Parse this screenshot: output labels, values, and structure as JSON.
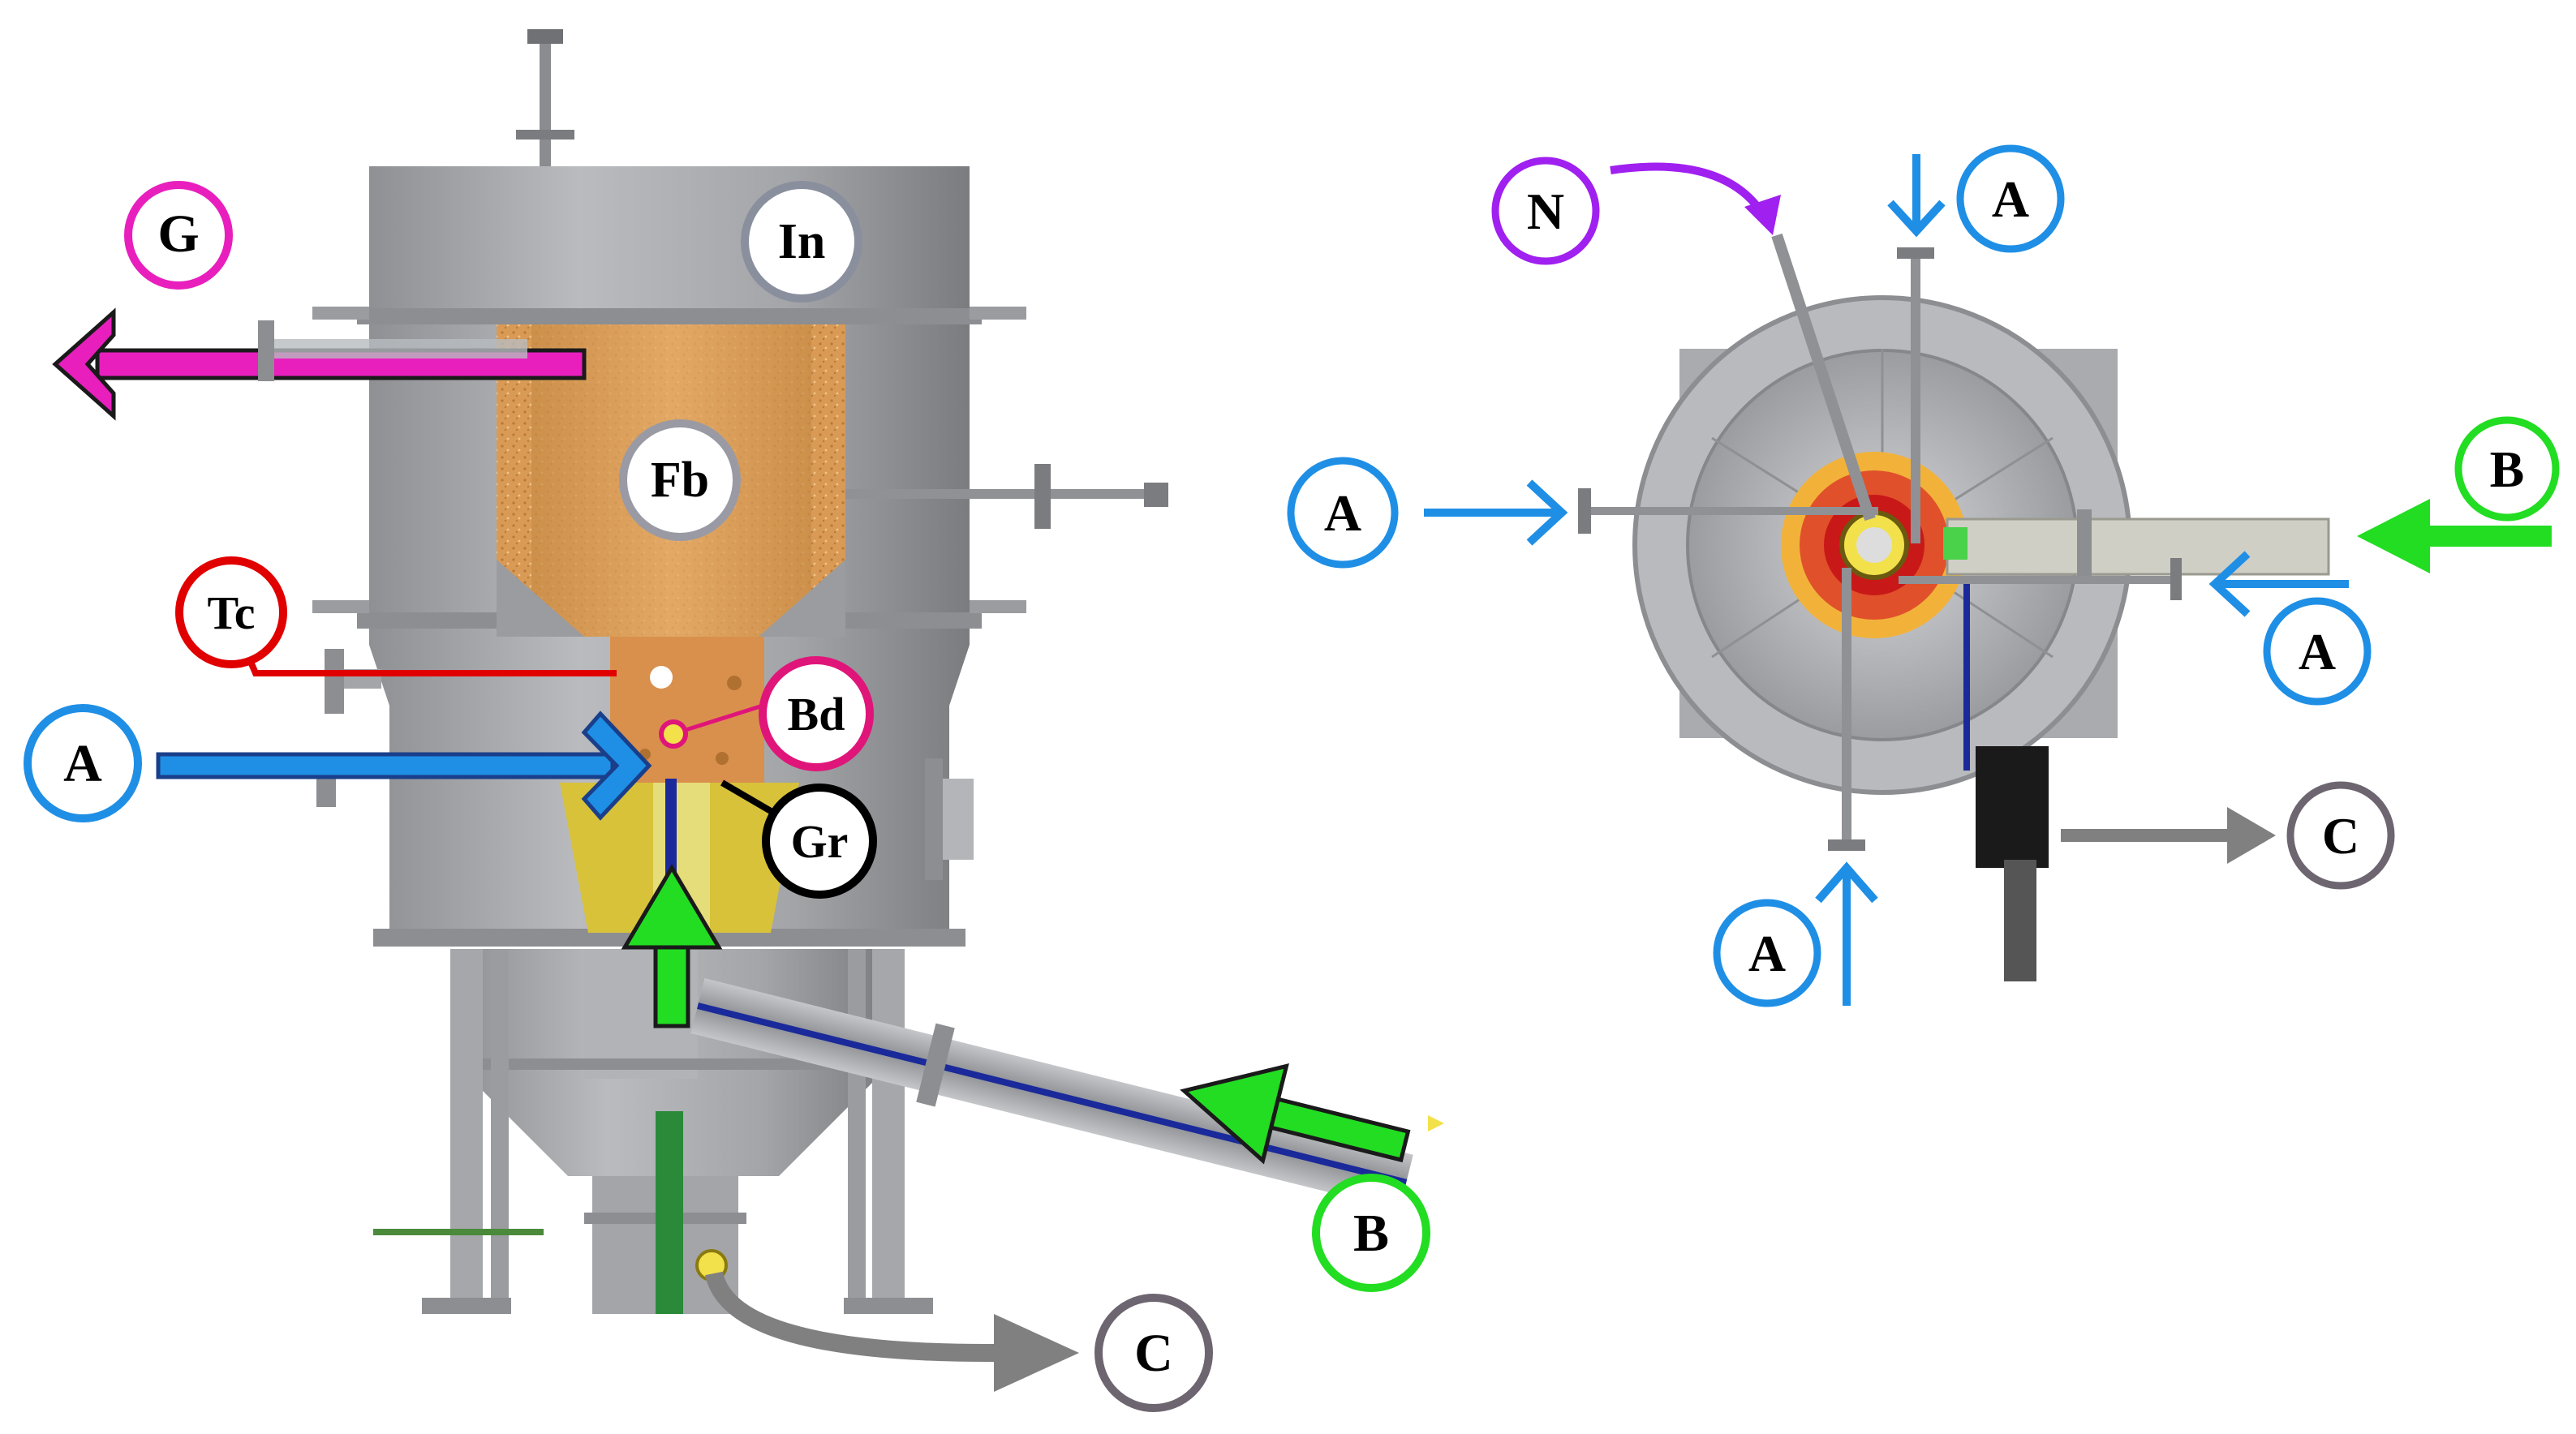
{
  "labels": {
    "G": "G",
    "In": "In",
    "Fb": "Fb",
    "Tc": "Tc",
    "Bd": "Bd",
    "A": "A",
    "Gr": "Gr",
    "B": "B",
    "C": "C",
    "N": "N"
  },
  "colors": {
    "G": "#e81fbd",
    "In": "#8a8f9e",
    "Fb": "#9a9aa4",
    "Tc": "#e00000",
    "Bd": "#e0157a",
    "A": "#1f8fe6",
    "Gr": "#000000",
    "B": "#22dd22",
    "C": "#6d6570",
    "N": "#a020f0",
    "arrowGray": "#808080",
    "arrowBlueDark": "#1560c0",
    "vessel": "#a8aaad",
    "vesselDark": "#7d7f82",
    "bed": "#d99a55",
    "bedFine": "#c9853d",
    "yellowBox": "#d8c23a"
  }
}
